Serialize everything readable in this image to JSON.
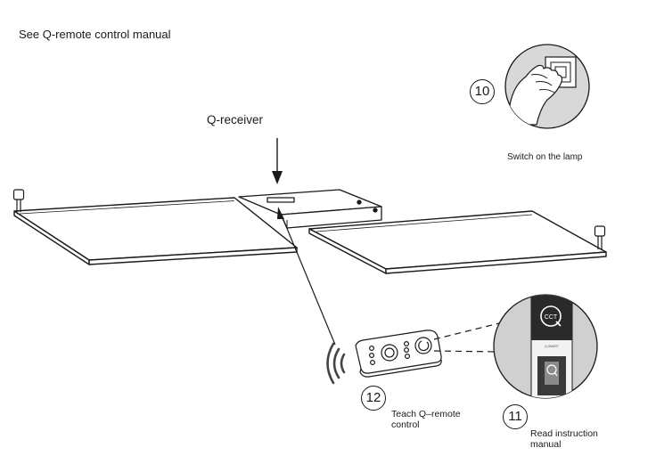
{
  "labels": {
    "top_note": "See Q-remote control manual",
    "receiver": "Q-receiver",
    "switch_on": "Switch on the lamp",
    "teach_line1": "Teach  Q–remote",
    "teach_line2": "control",
    "read_line1": "Read  instruction",
    "read_line2": "manual"
  },
  "steps": {
    "step_10": "10",
    "step_11": "11",
    "step_12": "12"
  },
  "manual_cover": {
    "brand": "CCT",
    "sublabel": "Q-SMART"
  },
  "icons": {
    "switch": "hand-pressing-wall-switch-icon",
    "remote": "q-remote-control-icon",
    "signal": "wireless-signal-icon",
    "manual": "instruction-manual-icon"
  },
  "colors": {
    "line": "#1a1a1a",
    "manual_dark": "#2a2a2a"
  }
}
